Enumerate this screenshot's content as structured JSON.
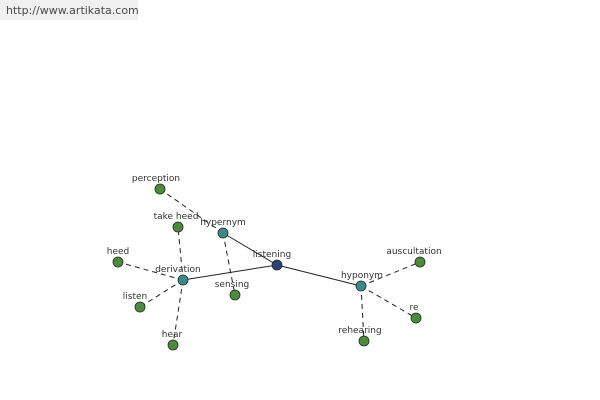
{
  "header": {
    "url": "http://www.artikata.com"
  },
  "graph": {
    "nodes": [
      {
        "id": "listening",
        "label": "listening",
        "kind": "center"
      },
      {
        "id": "hypernym",
        "label": "hypernym",
        "kind": "relation"
      },
      {
        "id": "derivation",
        "label": "derivation",
        "kind": "relation"
      },
      {
        "id": "hyponym",
        "label": "hyponym",
        "kind": "relation"
      },
      {
        "id": "perception",
        "label": "perception",
        "kind": "word"
      },
      {
        "id": "sensing",
        "label": "sensing",
        "kind": "word"
      },
      {
        "id": "take_heed",
        "label": "take heed",
        "kind": "word"
      },
      {
        "id": "heed",
        "label": "heed",
        "kind": "word"
      },
      {
        "id": "listen",
        "label": "listen",
        "kind": "word"
      },
      {
        "id": "hear",
        "label": "hear",
        "kind": "word"
      },
      {
        "id": "auscultation",
        "label": "auscultation",
        "kind": "word"
      },
      {
        "id": "re",
        "label": "re",
        "kind": "word"
      },
      {
        "id": "rehearing",
        "label": "rehearing",
        "kind": "word"
      }
    ],
    "edges": [
      {
        "from": "listening",
        "to": "hypernym",
        "style": "solid"
      },
      {
        "from": "listening",
        "to": "derivation",
        "style": "solid"
      },
      {
        "from": "listening",
        "to": "hyponym",
        "style": "solid"
      },
      {
        "from": "hypernym",
        "to": "perception",
        "style": "dashed"
      },
      {
        "from": "hypernym",
        "to": "sensing",
        "style": "dashed"
      },
      {
        "from": "derivation",
        "to": "take_heed",
        "style": "dashed"
      },
      {
        "from": "derivation",
        "to": "heed",
        "style": "dashed"
      },
      {
        "from": "derivation",
        "to": "listen",
        "style": "dashed"
      },
      {
        "from": "derivation",
        "to": "hear",
        "style": "dashed"
      },
      {
        "from": "hyponym",
        "to": "auscultation",
        "style": "dashed"
      },
      {
        "from": "hyponym",
        "to": "re",
        "style": "dashed"
      },
      {
        "from": "hyponym",
        "to": "rehearing",
        "style": "dashed"
      }
    ],
    "colors": {
      "center": "#2e3f7a",
      "relation": "#3d8a8a",
      "word": "#4e8a3e",
      "outline": "#1f2f1f",
      "edge": "#222222"
    }
  }
}
